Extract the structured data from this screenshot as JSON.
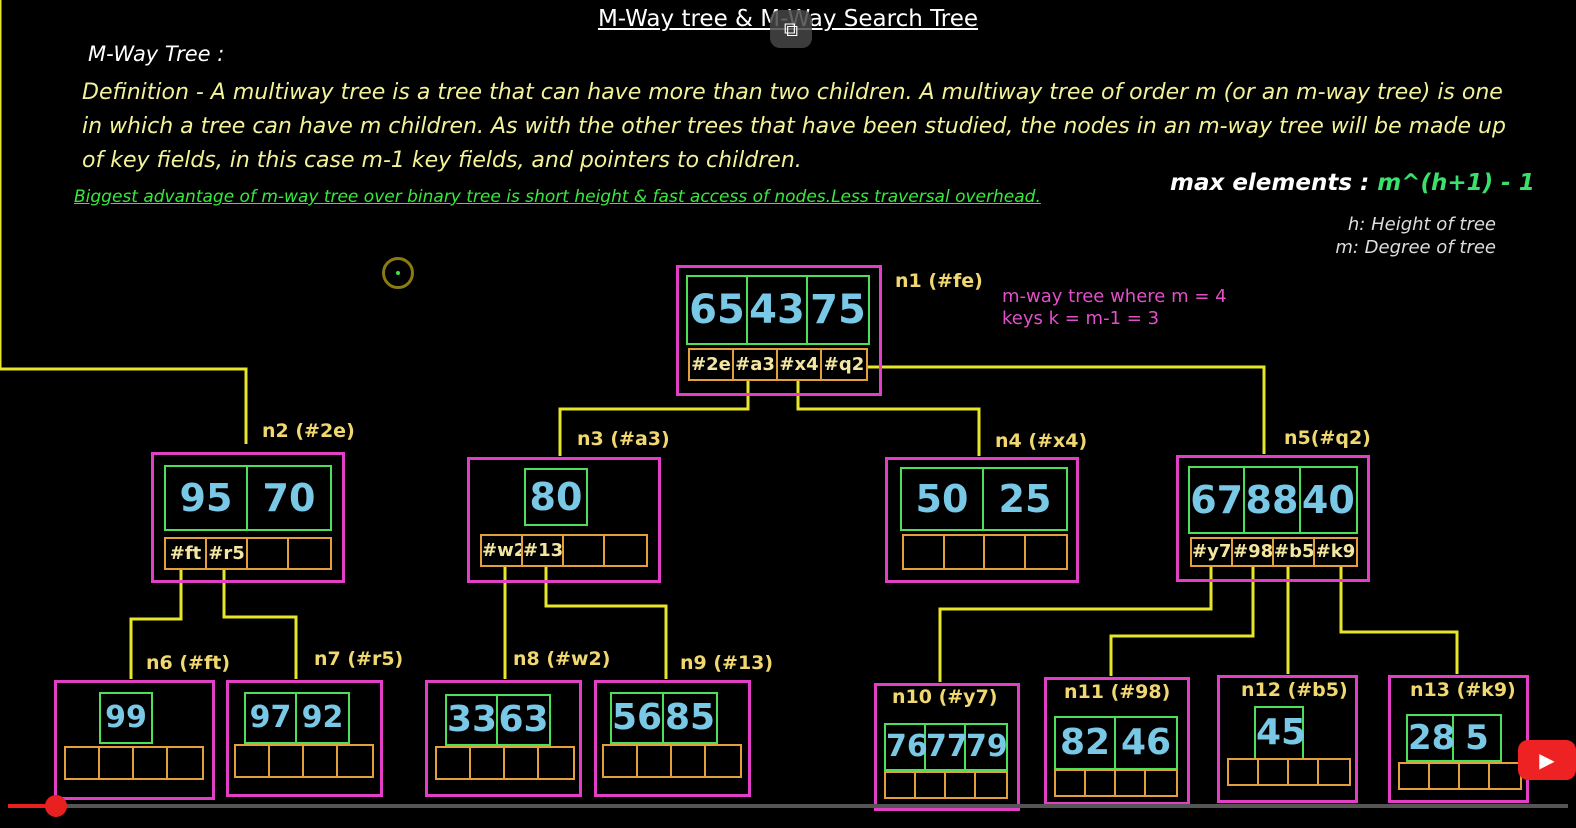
{
  "title": "M-Way tree & M-Way Search Tree",
  "section": "M-Way Tree :",
  "definition": "Definition - A multiway tree is a tree that can have more than two children. A multiway tree of order m (or an m-way tree) is one in which a tree can have m children. As with the other trees that have been studied, the nodes in an m-way tree will be made up of key fields, in this case m-1 key fields, and pointers to children.",
  "advantage": "Biggest advantage of m-way tree over binary tree is short height & fast access of nodes.Less traversal overhead.",
  "max_label": "max elements : ",
  "max_formula": "m^(h+1) - 1",
  "h_note": "h: Height of tree",
  "m_note": "m: Degree of tree",
  "note_line1": "m-way tree where m = 4",
  "note_line2": "keys k = m-1 = 3",
  "icons": {
    "pip": "picture-in-picture-icon",
    "cursor": "cursor-ring-icon",
    "play": "youtube-play-icon"
  },
  "colors": {
    "node_border": "#e23fc6",
    "key_border": "#4ce05a",
    "key_text": "#78c8e6",
    "pointer_border": "#e3a03a",
    "edge": "#e8e628",
    "label": "#f0d770"
  },
  "nodes": [
    {
      "id": "n1",
      "label": "n1 (#fe)",
      "keys": [
        "65",
        "43",
        "75"
      ],
      "pointers": [
        "#2e",
        "#a3",
        "#x4",
        "#q2"
      ]
    },
    {
      "id": "n2",
      "label": "n2 (#2e)",
      "keys": [
        "95",
        "70"
      ],
      "pointers": [
        "#ft",
        "#r5",
        "",
        ""
      ]
    },
    {
      "id": "n3",
      "label": "n3 (#a3)",
      "keys": [
        "80"
      ],
      "pointers": [
        "#w2",
        "#13",
        "",
        ""
      ]
    },
    {
      "id": "n4",
      "label": "n4 (#x4)",
      "keys": [
        "50",
        "25"
      ],
      "pointers": [
        "",
        "",
        "",
        ""
      ]
    },
    {
      "id": "n5",
      "label": "n5(#q2)",
      "keys": [
        "67",
        "88",
        "40"
      ],
      "pointers": [
        "#y7",
        "#98",
        "#b5",
        "#k9"
      ]
    },
    {
      "id": "n6",
      "label": "n6 (#ft)",
      "keys": [
        "99"
      ],
      "pointers": [
        "",
        "",
        "",
        ""
      ]
    },
    {
      "id": "n7",
      "label": "n7 (#r5)",
      "keys": [
        "97",
        "92"
      ],
      "pointers": [
        "",
        "",
        "",
        ""
      ]
    },
    {
      "id": "n8",
      "label": "n8 (#w2)",
      "keys": [
        "33",
        "63"
      ],
      "pointers": [
        "",
        "",
        "",
        ""
      ]
    },
    {
      "id": "n9",
      "label": "n9 (#13)",
      "keys": [
        "56",
        "85"
      ],
      "pointers": [
        "",
        "",
        "",
        ""
      ]
    },
    {
      "id": "n10",
      "label": "n10    (#y7)",
      "keys": [
        "76",
        "77",
        "79"
      ],
      "pointers": [
        "",
        "",
        "",
        ""
      ]
    },
    {
      "id": "n11",
      "label": "n11    (#98)",
      "keys": [
        "82",
        "46"
      ],
      "pointers": [
        "",
        "",
        "",
        ""
      ]
    },
    {
      "id": "n12",
      "label": "n12    (#b5)",
      "keys": [
        "45"
      ],
      "pointers": [
        "",
        "",
        "",
        ""
      ]
    },
    {
      "id": "n13",
      "label": "n13    (#k9)",
      "keys": [
        "28",
        "5"
      ],
      "pointers": [
        "",
        "",
        "",
        ""
      ]
    }
  ],
  "edges": [
    {
      "from": "n1",
      "ptr": 0,
      "to": "n2"
    },
    {
      "from": "n1",
      "ptr": 1,
      "to": "n3"
    },
    {
      "from": "n1",
      "ptr": 2,
      "to": "n4"
    },
    {
      "from": "n1",
      "ptr": 3,
      "to": "n5"
    },
    {
      "from": "n2",
      "ptr": 0,
      "to": "n6"
    },
    {
      "from": "n2",
      "ptr": 1,
      "to": "n7"
    },
    {
      "from": "n3",
      "ptr": 0,
      "to": "n8"
    },
    {
      "from": "n3",
      "ptr": 1,
      "to": "n9"
    },
    {
      "from": "n5",
      "ptr": 0,
      "to": "n10"
    },
    {
      "from": "n5",
      "ptr": 1,
      "to": "n11"
    },
    {
      "from": "n5",
      "ptr": 2,
      "to": "n12"
    },
    {
      "from": "n5",
      "ptr": 3,
      "to": "n13"
    }
  ]
}
